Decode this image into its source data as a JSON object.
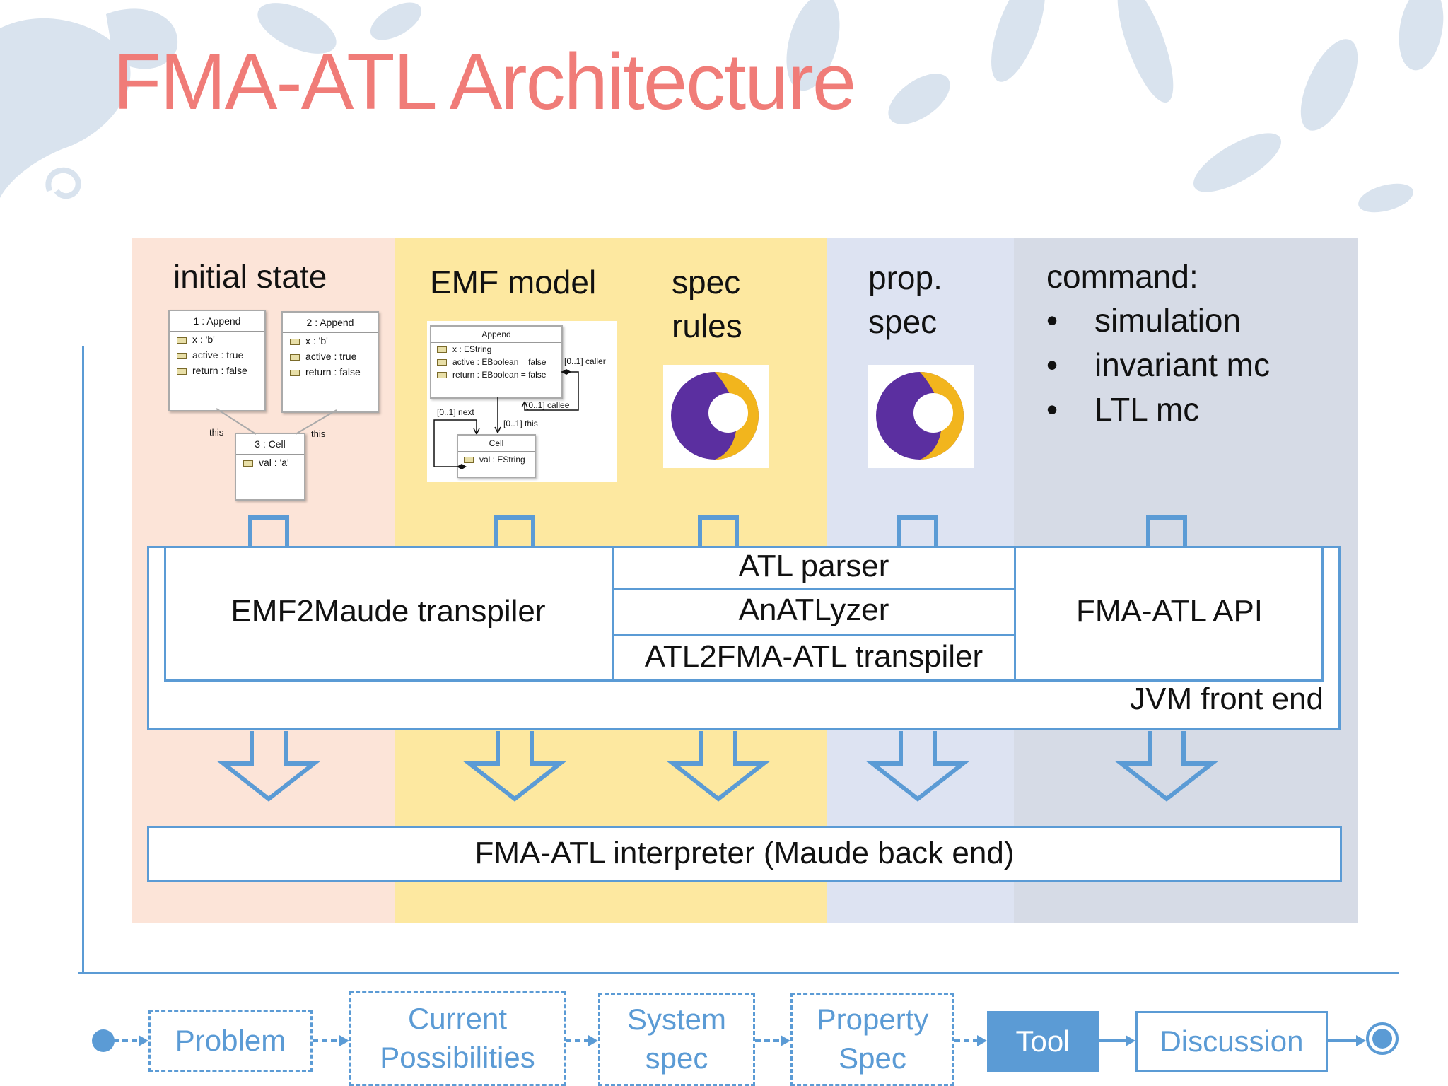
{
  "title": "FMA-ATL Architecture",
  "colors": {
    "title": "#f07c78",
    "col_initial": "#fce4d8",
    "col_emf": "#fde8a0",
    "col_prop": "#dde3f2",
    "col_command": "#d6dbe6",
    "accent": "#5b9bd5"
  },
  "columns": {
    "initial_state": {
      "label": "initial state",
      "objects": [
        {
          "header": "1 : Append",
          "rows": [
            "x : 'b'",
            "active : true",
            "return : false"
          ]
        },
        {
          "header": "2 : Append",
          "rows": [
            "x : 'b'",
            "active : true",
            "return : false"
          ]
        },
        {
          "header": "3 : Cell",
          "rows": [
            "val : 'a'"
          ]
        }
      ],
      "link_labels": [
        "this",
        "this"
      ]
    },
    "emf_model": {
      "label": "EMF model",
      "append": {
        "header": "Append",
        "rows": [
          "x : EString",
          "active : EBoolean = false",
          "return : EBoolean = false"
        ]
      },
      "cell": {
        "header": "Cell",
        "rows": [
          "val : EString"
        ]
      },
      "refs": [
        "[0..1] caller",
        "[0..1] callee",
        "[0..1] next",
        "[0..1] this"
      ]
    },
    "spec_rules": {
      "label_line1": "spec",
      "label_line2": "rules",
      "icon": "maude-logo-icon"
    },
    "prop_spec": {
      "label_line1": "prop.",
      "label_line2": "spec",
      "icon": "maude-logo-icon"
    },
    "command": {
      "label": "command:",
      "items": [
        "simulation",
        "invariant mc",
        "LTL mc"
      ]
    }
  },
  "front_end": {
    "emf2maude": "EMF2Maude  transpiler",
    "atl_parser": "ATL parser",
    "anatlyzer": "AnATLyzer",
    "atl2fma": "ATL2FMA-ATL transpiler",
    "api": "FMA-ATL API",
    "jvm": "JVM  front end"
  },
  "back_end": "FMA-ATL interpreter (Maude  back end)",
  "nav": {
    "problem": "Problem",
    "current_1": "Current",
    "current_2": "Possibilities",
    "system_1": "System",
    "system_2": "spec",
    "property_1": "Property",
    "property_2": "Spec",
    "tool": "Tool",
    "discussion": "Discussion"
  }
}
